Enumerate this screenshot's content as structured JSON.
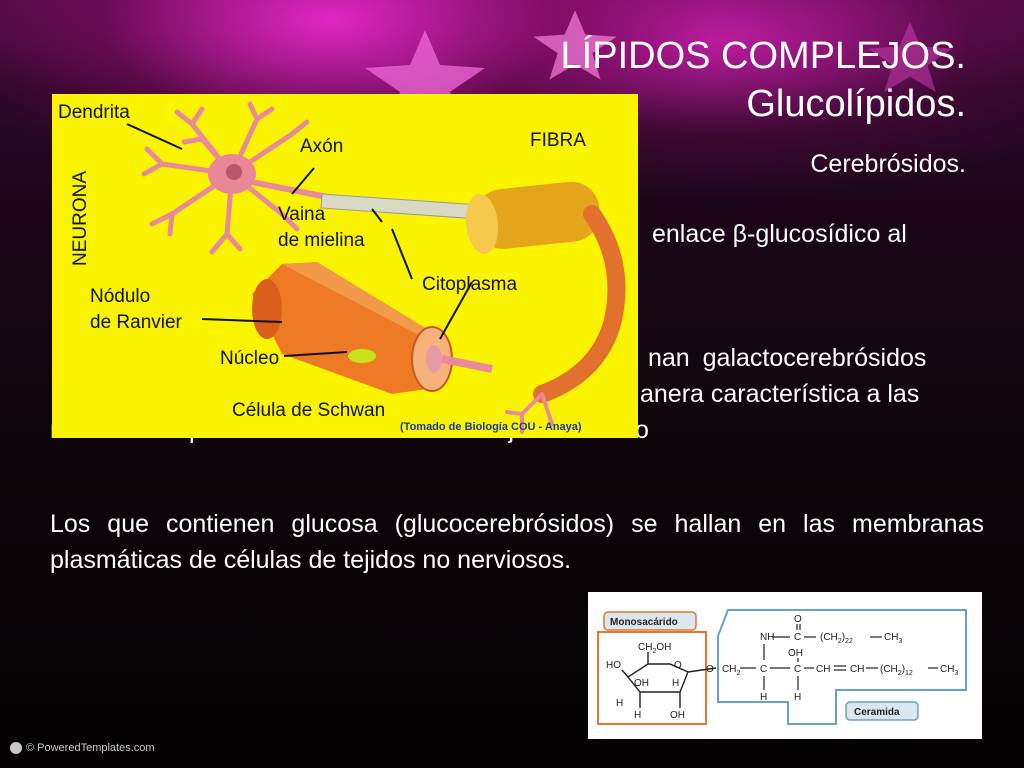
{
  "title": {
    "line1": "LÍPIDOS COMPLEJOS.",
    "line2": "Glucolípidos.",
    "subtitle": "Cerebrósidos."
  },
  "partial_text": {
    "line1_right": "enlace β-glucosídico al",
    "line2_right": "nan   galactocerebrósidos",
    "line3_right": "anera característica a las",
    "line4": "membranas plasmáticas de células del tejido nervioso"
  },
  "paragraph2": "Los que contienen glucosa (glucocerebrósidos) se hallan en las membranas plasmáticas de células de tejidos no nerviosos.",
  "neuron_figure": {
    "labels": {
      "dendrita": "Dendrita",
      "neurona": "NEURONA",
      "axon": "Axón",
      "fibra": "FIBRA",
      "vaina": "Vaina",
      "mielina": "de mielina",
      "citoplasma": "Citoplasma",
      "nodulo": "Nódulo",
      "ranvier": "de  Ranvier",
      "nucleo": "Núcleo",
      "schwan": "Célula de Schwan",
      "credit": "(Tomado de Biología COU -  Anaya)"
    },
    "colors": {
      "background": "#fbf400",
      "cell": "#e8722a",
      "dendrite": "#e88a9a"
    }
  },
  "chem_figure": {
    "monosacarido": "Monosacárido",
    "ceramida": "Ceramida",
    "groups": {
      "nh": "NH",
      "c": "C",
      "o": "O",
      "ch2_22": "(CH",
      "sub22": "2",
      "sub22b": "22",
      "ch3": "CH",
      "oh": "OH",
      "ch": "CH",
      "ch2": "CH",
      "ho": "HO",
      "h": "H",
      "ch2oh": "CH",
      "ch2oh_tail": "OH",
      "sub12": "12",
      "sub2": "2",
      "sub3": "3"
    },
    "colors": {
      "frame": "#e8762d",
      "ring": "#222222"
    }
  },
  "footer": {
    "brand": "© PoweredTemplates.com"
  }
}
